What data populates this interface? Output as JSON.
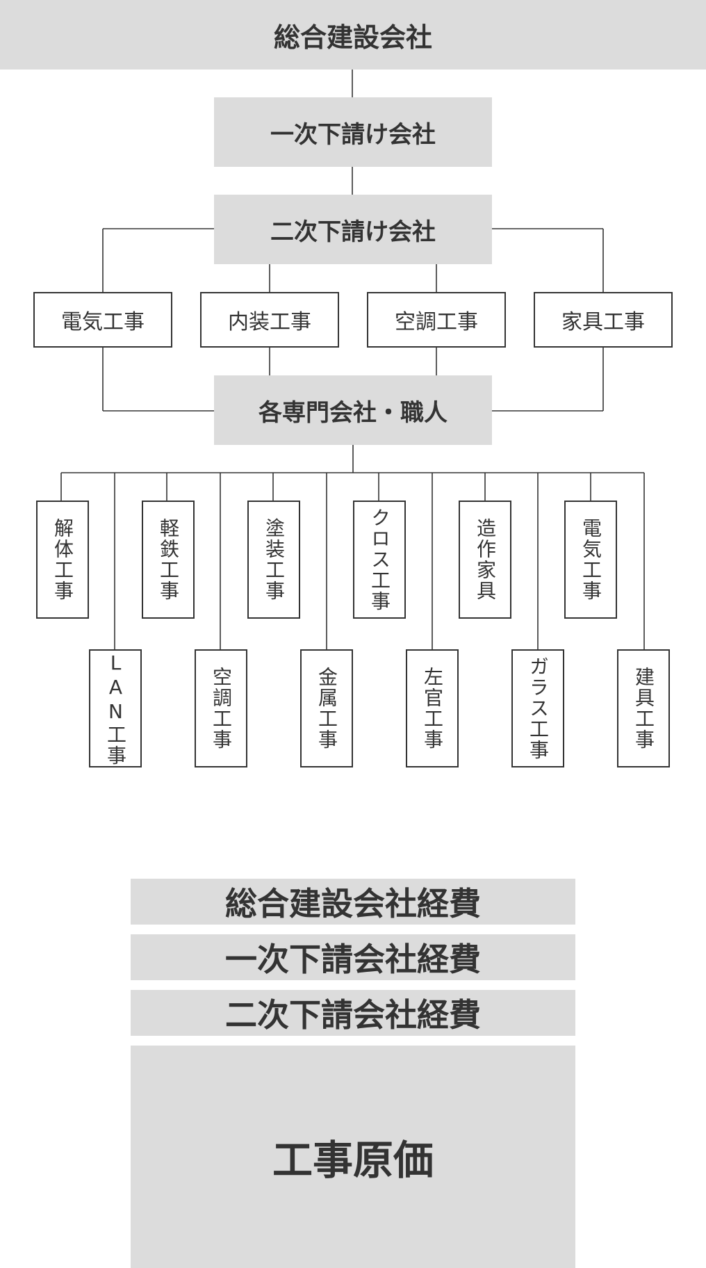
{
  "org": {
    "top": "総合建設会社",
    "first": "一次下請け会社",
    "second": "二次下請け会社",
    "categories": [
      "電気工事",
      "内装工事",
      "空調工事",
      "家具工事"
    ],
    "specialists": "各専門会社・職人",
    "trades_upper": [
      "解体工事",
      "軽鉄工事",
      "塗装工事",
      "クロス工事",
      "造作家具",
      "電気工事"
    ],
    "trades_lower": [
      "LAN工事",
      "空調工事",
      "金属工事",
      "左官工事",
      "ガラス工事",
      "建具工事"
    ]
  },
  "costs": {
    "items": [
      "総合建設会社経費",
      "一次下請会社経費",
      "二次下請会社経費"
    ],
    "base": "工事原価"
  }
}
